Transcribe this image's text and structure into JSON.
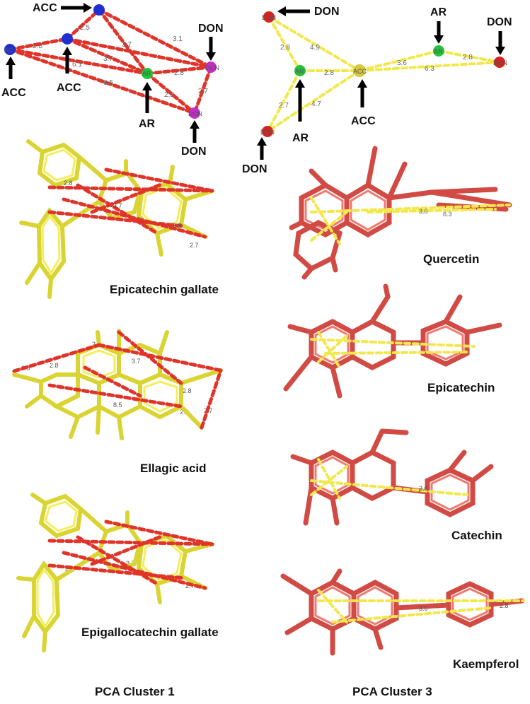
{
  "figure": {
    "cluster1_pharmacophore": {
      "labels": [
        "ACC",
        "ACC",
        "ACC",
        "DON",
        "AR",
        "DON"
      ],
      "distances": [
        "2.5",
        "2.8",
        "3.7",
        "3.1",
        "3.7",
        "6.1",
        "6.5",
        "2.8",
        "2.8",
        "2.7"
      ],
      "node_text": [
        "AC",
        "AR",
        "DON",
        "DON"
      ]
    },
    "cluster3_pharmacophore": {
      "labels": [
        "DON",
        "AR",
        "DON",
        "ACC",
        "AR",
        "DON"
      ],
      "distances": [
        "4.9",
        "2.8",
        "2.8",
        "3.6",
        "6.3",
        "2.8",
        "2.7",
        "4.7"
      ],
      "node_text": [
        "DON",
        "AR",
        "ACC",
        "AR",
        "DON",
        "DON"
      ]
    },
    "cluster1_molecules": [
      "Epicatechin gallate",
      "Ellagic acid",
      "Epigallocatechin gallate"
    ],
    "cluster3_molecules": [
      "Quercetin",
      "Epicatechin",
      "Catechin",
      "Kaempferol"
    ],
    "cluster1_overlay_distances": [
      "2.8",
      "2.8",
      "2.7",
      "3.7",
      "0.0",
      "2.5",
      "2.8",
      "3.7",
      "8.5",
      "2.8",
      "2.7",
      "2.8",
      "2.8",
      "3.7",
      "2.7"
    ],
    "cluster3_overlay_distances": [
      "3.6",
      "6.3",
      "3.6",
      "3.6",
      "2.8"
    ],
    "cluster_titles": [
      "PCA Cluster 1",
      "PCA Cluster 3"
    ],
    "colors": {
      "acceptor": "#1f2fd0",
      "aromatic": "#22c43a",
      "donor_cluster1": "#c52bc9",
      "donor_cluster3": "#d8221f",
      "acceptor_cluster3": "#d6c93a",
      "cluster1_molecule": "#e9e43a",
      "cluster3_molecule": "#d9534a"
    }
  }
}
